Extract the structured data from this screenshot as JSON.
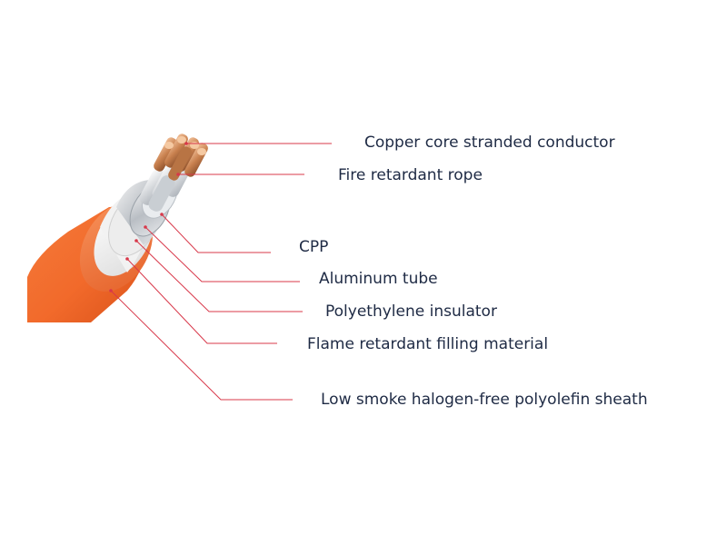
{
  "diagram": {
    "colors": {
      "sheath": "#f26a2b",
      "sheath_dark": "#d95418",
      "leader": "#d8384a",
      "text": "#1e2a44",
      "copper": "#c98a5a"
    },
    "labels": [
      "Copper core stranded conductor",
      "Fire retardant rope",
      "CPP",
      "Aluminum tube",
      "Polyethylene insulator",
      "Flame retardant filling material",
      "Low smoke halogen-free polyolefin sheath"
    ]
  }
}
